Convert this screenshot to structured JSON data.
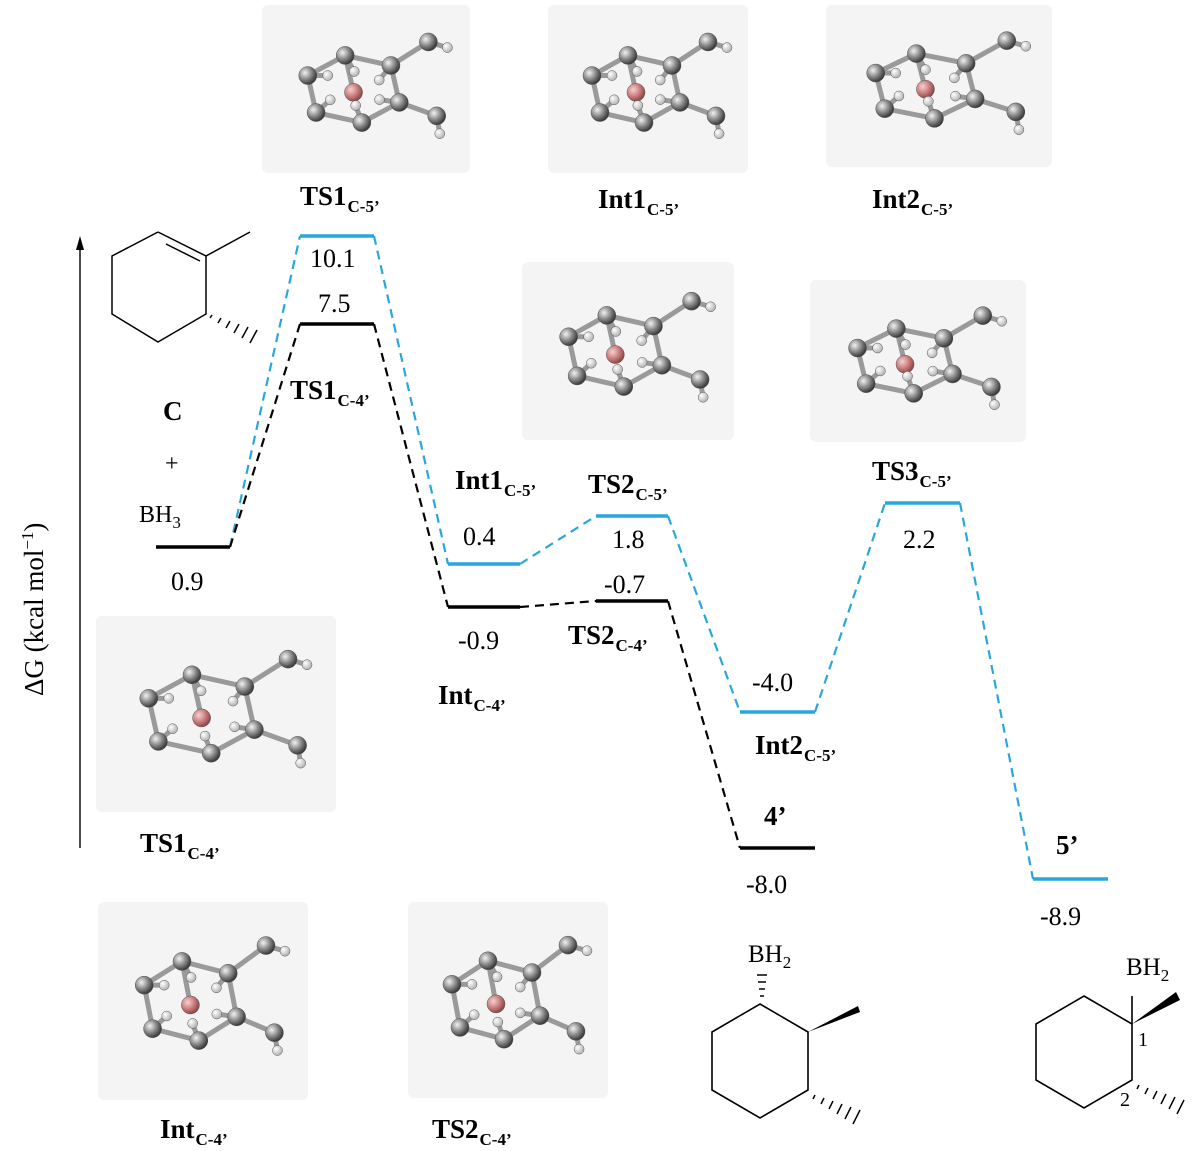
{
  "axis": {
    "ylabel_prefix": "ΔG (kcal mol",
    "ylabel_exp": "−1",
    "ylabel_suffix": ")"
  },
  "reactant": {
    "name": "C",
    "plus": "+",
    "reagent": "BH",
    "reagent_sub": "3"
  },
  "colors": {
    "pathway_c5": "#29a7dc",
    "pathway_c4": "#000000"
  },
  "states": [
    {
      "id": "reactant",
      "energy": "0.9",
      "color": "black"
    },
    {
      "id": "ts1_c5",
      "main": "TS1",
      "sub": "C-5’",
      "energy": "10.1",
      "color": "blue"
    },
    {
      "id": "ts1_c4",
      "main": "TS1",
      "sub": "C-4’",
      "energy": "7.5",
      "color": "black"
    },
    {
      "id": "int1_c5",
      "main": "Int1",
      "sub": "C-5’",
      "energy": "0.4",
      "color": "blue"
    },
    {
      "id": "int_c4",
      "main": "Int",
      "sub": "C-4’",
      "energy": "-0.9",
      "color": "black"
    },
    {
      "id": "ts2_c5",
      "main": "TS2",
      "sub": "C-5’",
      "energy": "1.8",
      "color": "blue"
    },
    {
      "id": "ts2_c4",
      "main": "TS2",
      "sub": "C-4’",
      "energy": "-0.7",
      "color": "black"
    },
    {
      "id": "int2_c5",
      "main": "Int2",
      "sub": "C-5’",
      "energy": "-4.0",
      "color": "blue"
    },
    {
      "id": "ts3_c5",
      "main": "TS3",
      "sub": "C-5’",
      "energy": "2.2",
      "color": "blue"
    },
    {
      "id": "prod4",
      "main": "4’",
      "energy": "-8.0",
      "color": "black"
    },
    {
      "id": "prod5",
      "main": "5’",
      "energy": "-8.9",
      "color": "blue"
    }
  ],
  "structure_captions": [
    {
      "id": "cap_ts1_c5",
      "main": "TS1",
      "sub": "C-5’"
    },
    {
      "id": "cap_int1_c5",
      "main": "Int1",
      "sub": "C-5’"
    },
    {
      "id": "cap_int2_c5",
      "main": "Int2",
      "sub": "C-5’"
    },
    {
      "id": "cap_ts1_c4",
      "main": "TS1",
      "sub": "C-4’"
    },
    {
      "id": "cap_int_c4",
      "main": "Int",
      "sub": "C-4’"
    },
    {
      "id": "cap_ts2_c4",
      "main": "TS2",
      "sub": "C-4’"
    }
  ],
  "products": {
    "p4": {
      "group": "BH",
      "group_sub": "2"
    },
    "p5": {
      "group": "BH",
      "group_sub": "2",
      "c1": "1",
      "c2": "2"
    }
  }
}
